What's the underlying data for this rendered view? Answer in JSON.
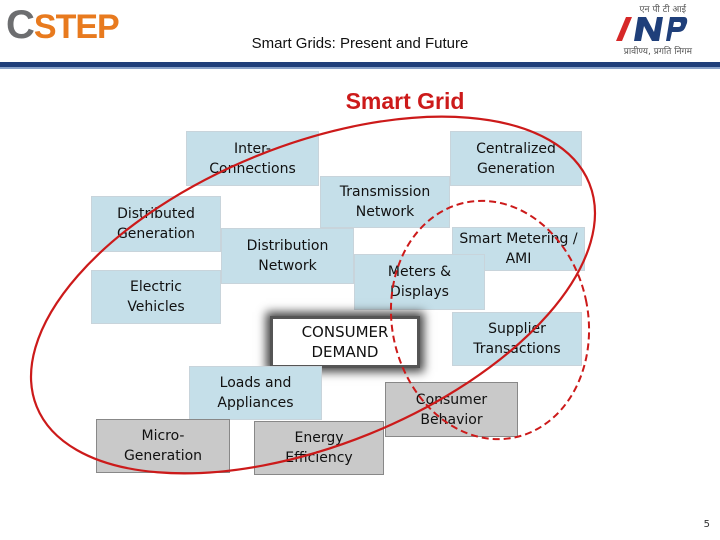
{
  "header": {
    "logo_left": "STEP",
    "logo_left_initial": "C",
    "subtitle": "Smart Grids: Present and Future",
    "hindi_top": "एन पी टी आई",
    "hindi_bottom": "प्रावीण्य, प्रगति निगम"
  },
  "title": "Smart Grid",
  "nodes": {
    "interconnections": "Inter-\nConnections",
    "centralized_generation": "Centralized\nGeneration",
    "transmission_network": "Transmission\nNetwork",
    "distributed_generation": "Distributed\nGeneration",
    "distribution_network": "Distribution\nNetwork",
    "smart_metering": "Smart Metering /\nAMI",
    "meters_displays": "Meters &\nDisplays",
    "electric_vehicles": "Electric\nVehicles",
    "consumer_demand": "CONSUMER\nDEMAND",
    "supplier_transactions": "Supplier\nTransactions",
    "loads_appliances": "Loads and\nAppliances",
    "consumer_behavior": "Consumer\nBehavior",
    "micro_generation": "Micro-\nGeneration",
    "energy_efficiency": "Energy\nEfficiency"
  },
  "colors": {
    "title": "#cc1a1a",
    "ellipse": "#cc1a1a",
    "box_blue": "#c5dfe9",
    "box_grey": "#c9c9c9",
    "header_rule": "#1f3f7a",
    "logo_orange": "#e87a1e"
  },
  "page_number": "5"
}
